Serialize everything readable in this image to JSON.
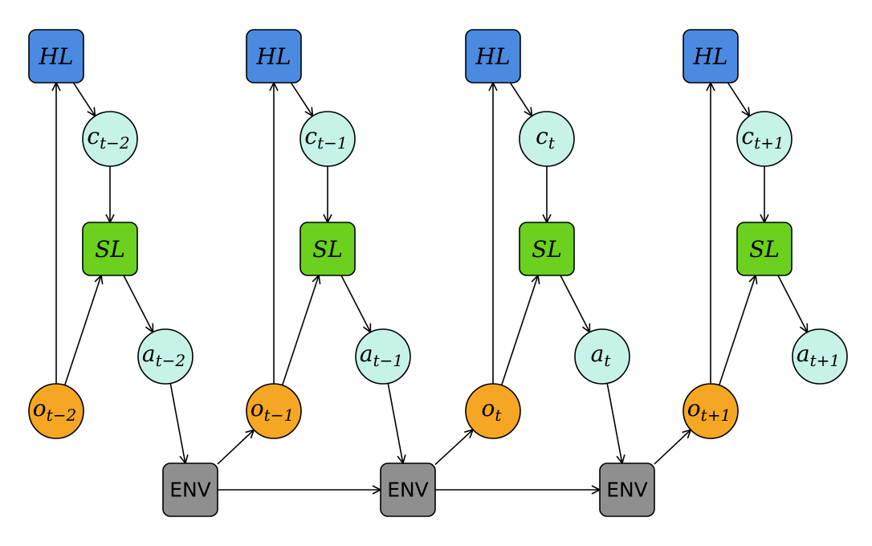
{
  "colors": {
    "hl_fill": "#4a8ae0",
    "sl_fill": "#6cd11e",
    "circle_fill": "#c6f2e8",
    "obs_fill": "#f5a623",
    "env_fill": "#8f8f8f",
    "stroke": "#000000"
  },
  "labels": {
    "hl": "HL",
    "sl": "SL",
    "env": "ENV"
  },
  "columns": [
    {
      "c": "c",
      "c_sub": "t−2",
      "a": "a",
      "a_sub": "t−2",
      "o": "o",
      "o_sub": "t−2"
    },
    {
      "c": "c",
      "c_sub": "t−1",
      "a": "a",
      "a_sub": "t−1",
      "o": "o",
      "o_sub": "t−1"
    },
    {
      "c": "c",
      "c_sub": "t",
      "a": "a",
      "a_sub": "t",
      "o": "o",
      "o_sub": "t"
    },
    {
      "c": "c",
      "c_sub": "t+1",
      "a": "a",
      "a_sub": "t+1",
      "o": "o",
      "o_sub": "t+1"
    }
  ]
}
